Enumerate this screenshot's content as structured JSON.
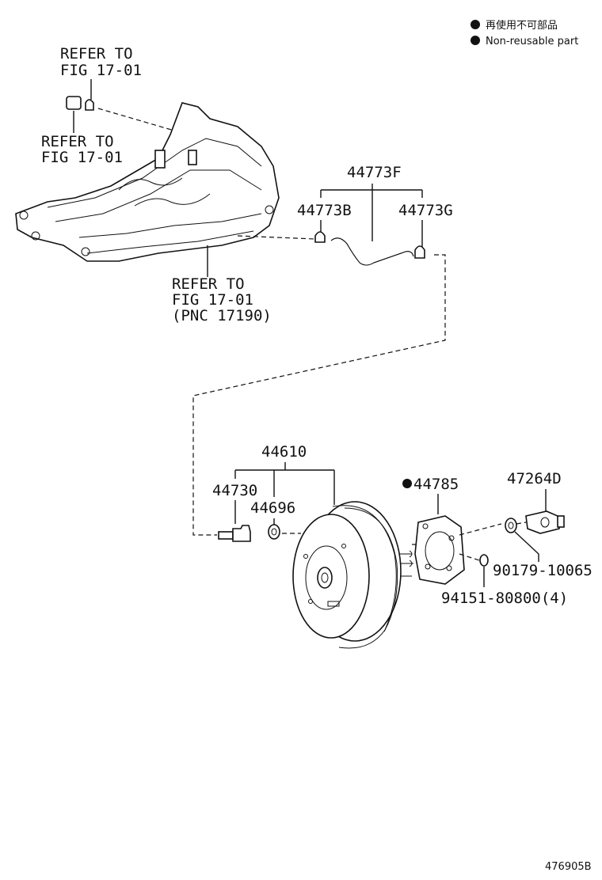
{
  "legend": {
    "line1": "再使用不可部品",
    "line2": "Non-reusable part"
  },
  "callouts": {
    "refer_a_1": "REFER TO",
    "refer_a_2": "FIG 17-01",
    "refer_b_1": "REFER TO",
    "refer_b_2": "FIG 17-01",
    "refer_c_1": "REFER TO",
    "refer_c_2": "FIG 17-01",
    "refer_c_3": "(PNC 17190)",
    "p44773F": "44773F",
    "p44773B": "44773B",
    "p44773G": "44773G",
    "p44610": "44610",
    "p44730": "44730",
    "p44696": "44696",
    "p44785": "44785",
    "p47264D": "47264D",
    "p90179": "90179-10065",
    "p94151": "94151-80800(4)"
  },
  "illustration_id": "476905B",
  "icons": {
    "non_reusable_marker": "filled-circle-icon"
  }
}
